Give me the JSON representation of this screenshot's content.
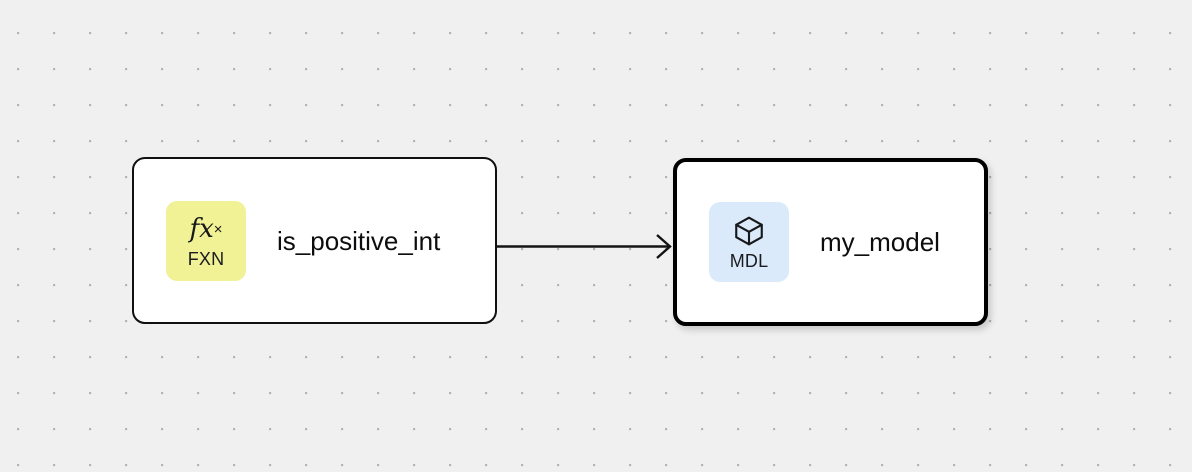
{
  "canvas": {
    "background_color": "#f0f0f0",
    "dot_color": "#b3b3b3",
    "grid_spacing": 36
  },
  "nodes": [
    {
      "id": "is_positive_int",
      "title": "is_positive_int",
      "badge_label": "FXN",
      "badge_glyph": "fx",
      "badge_glyph_secondary": "×",
      "badge_color": "#f1f195",
      "icon_name": "function-icon",
      "selected": false,
      "border_color": "#101010"
    },
    {
      "id": "my_model",
      "title": "my_model",
      "badge_label": "MDL",
      "badge_glyph": "cube",
      "badge_color": "#daeafa",
      "icon_name": "cube-icon",
      "selected": true,
      "border_color": "#000000"
    }
  ],
  "edges": [
    {
      "id": "edge-1",
      "source": "is_positive_int",
      "target": "my_model",
      "color": "#141414",
      "arrowhead": "open-chevron"
    }
  ]
}
